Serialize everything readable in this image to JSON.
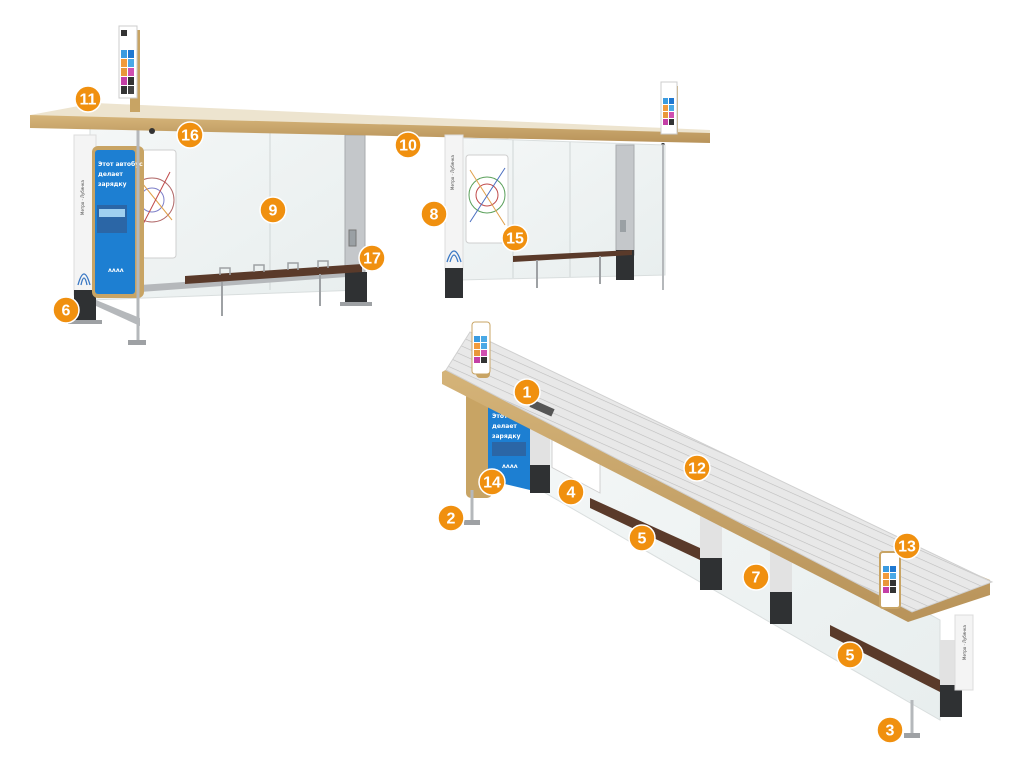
{
  "title": "Bus stop shelter components diagram",
  "colors": {
    "marker": "#f0900f",
    "marker_text": "#ffffff",
    "roof_trim": "#c8a464",
    "roof_top": "#e6e6e6",
    "glass": "#eef3f3",
    "frame": "#b9bcbf",
    "plinth": "#2f3133",
    "bench": "#5a3a2a",
    "ad_blue": "#1d7fd2",
    "sign_tiles": [
      "#3a9be0",
      "#1f78d1",
      "#f29b3c",
      "#4aa9e6",
      "#e9973a",
      "#d04fb0",
      "#c43fa6",
      "#333333",
      "#333333",
      "#444444"
    ]
  },
  "shelter_front": {
    "ad_panel": {
      "headline_lines": [
        "Этот автобус",
        "делает",
        "зарядку"
      ],
      "brand": "ʌʌʌʌ"
    },
    "side_panel_text": "Метро · Лубянка"
  },
  "shelter_rear": {
    "side_panel_text": "Метро · Лубянка"
  },
  "shelter_iso": {
    "ad_panel": {
      "headline_lines": [
        "Этот",
        "делает",
        "зарядку"
      ],
      "brand": "ʌʌʌʌ"
    },
    "side_panel_text": "Метро · Лубянка"
  },
  "markers": [
    {
      "id": "m11",
      "number": "11"
    },
    {
      "id": "m16",
      "number": "16"
    },
    {
      "id": "m10",
      "number": "10"
    },
    {
      "id": "m9",
      "number": "9"
    },
    {
      "id": "m8",
      "number": "8"
    },
    {
      "id": "m15",
      "number": "15"
    },
    {
      "id": "m17",
      "number": "17"
    },
    {
      "id": "m6",
      "number": "6"
    },
    {
      "id": "m1",
      "number": "1"
    },
    {
      "id": "m12",
      "number": "12"
    },
    {
      "id": "m14",
      "number": "14"
    },
    {
      "id": "m4",
      "number": "4"
    },
    {
      "id": "m2",
      "number": "2"
    },
    {
      "id": "m5a",
      "number": "5"
    },
    {
      "id": "m13",
      "number": "13"
    },
    {
      "id": "m7",
      "number": "7"
    },
    {
      "id": "m5b",
      "number": "5"
    },
    {
      "id": "m3",
      "number": "3"
    }
  ]
}
